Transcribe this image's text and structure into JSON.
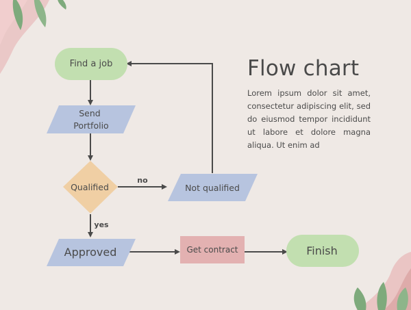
{
  "header": {
    "title": "Flow chart",
    "description": "Lorem ipsum dolor sit amet, consectetur adipiscing elit, sed do eiusmod tempor incididunt ut labore et dolore magna aliqua. Ut enim ad"
  },
  "nodes": {
    "find_job": "Find a job",
    "send_portfolio_line1": "Send",
    "send_portfolio_line2": "Portfolio",
    "qualified": "Qualified",
    "not_qualified": "Not qualified",
    "approved": "Approved",
    "get_contract": "Get contract",
    "finish": "Finish"
  },
  "edge_labels": {
    "no": "no",
    "yes": "yes"
  },
  "colors": {
    "terminal_green": "#c2dfb0",
    "io_blue": "#b7c4df",
    "decision_orange": "#f0cfa4",
    "process_pink": "#e3b1b1",
    "arrow": "#4a4a4a",
    "background": "#efe9e5",
    "leaf_green": "#7eaa7c",
    "blob_pink": "#e8bcbc"
  }
}
